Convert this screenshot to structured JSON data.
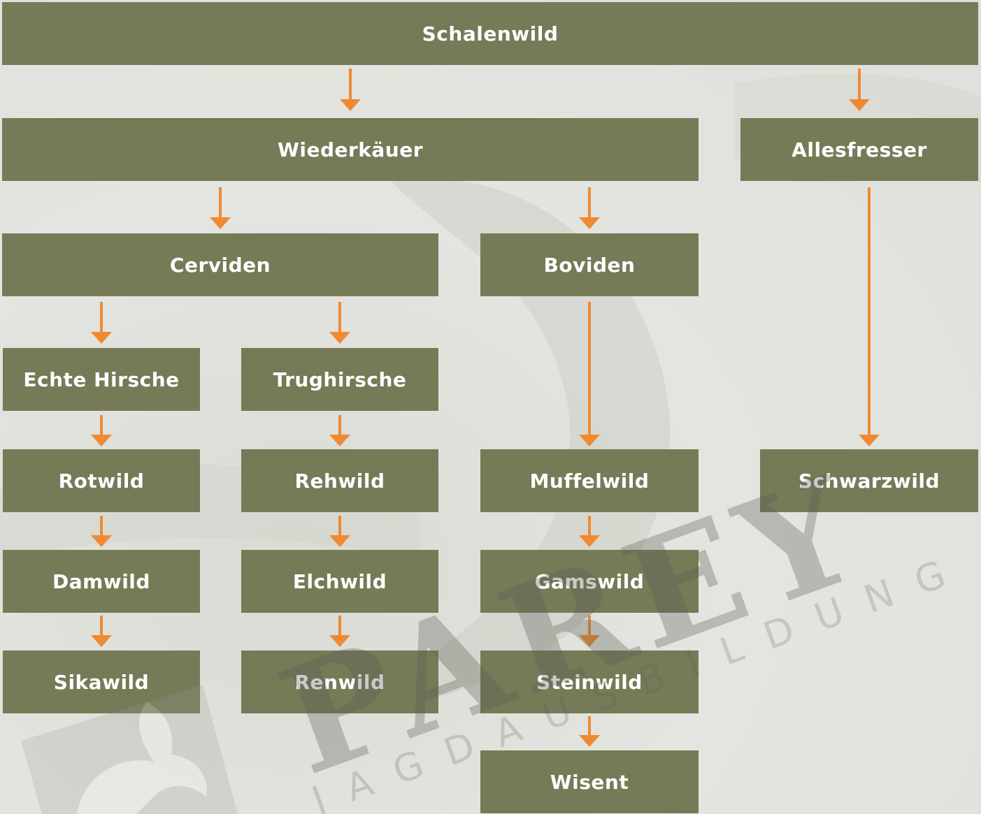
{
  "colors": {
    "box": "#767a57",
    "arrow": "#ef8a33",
    "text": "#ffffff"
  },
  "nodes": {
    "schalenwild": "Schalenwild",
    "wiederkaeuer": "Wiederkäuer",
    "allesfresser": "Allesfresser",
    "cerviden": "Cerviden",
    "boviden": "Boviden",
    "echte_hirsche": "Echte Hirsche",
    "trughirsche": "Trughirsche",
    "rotwild": "Rotwild",
    "rehwild": "Rehwild",
    "muffelwild": "Muffelwild",
    "schwarzwild": "Schwarzwild",
    "damwild": "Damwild",
    "elchwild": "Elchwild",
    "gamswild": "Gamswild",
    "sikawild": "Sikawild",
    "renwild": "Renwild",
    "steinwild": "Steinwild",
    "wisent": "Wisent"
  },
  "watermark": {
    "brand": "PAREY",
    "sub": "JAGDAUSBILDUNG"
  },
  "edges": [
    [
      "schalenwild",
      "wiederkaeuer"
    ],
    [
      "schalenwild",
      "allesfresser"
    ],
    [
      "wiederkaeuer",
      "cerviden"
    ],
    [
      "wiederkaeuer",
      "boviden"
    ],
    [
      "cerviden",
      "echte_hirsche"
    ],
    [
      "cerviden",
      "trughirsche"
    ],
    [
      "echte_hirsche",
      "rotwild"
    ],
    [
      "rotwild",
      "damwild"
    ],
    [
      "damwild",
      "sikawild"
    ],
    [
      "trughirsche",
      "rehwild"
    ],
    [
      "rehwild",
      "elchwild"
    ],
    [
      "elchwild",
      "renwild"
    ],
    [
      "boviden",
      "muffelwild"
    ],
    [
      "muffelwild",
      "gamswild"
    ],
    [
      "gamswild",
      "steinwild"
    ],
    [
      "steinwild",
      "wisent"
    ],
    [
      "allesfresser",
      "schwarzwild"
    ]
  ]
}
